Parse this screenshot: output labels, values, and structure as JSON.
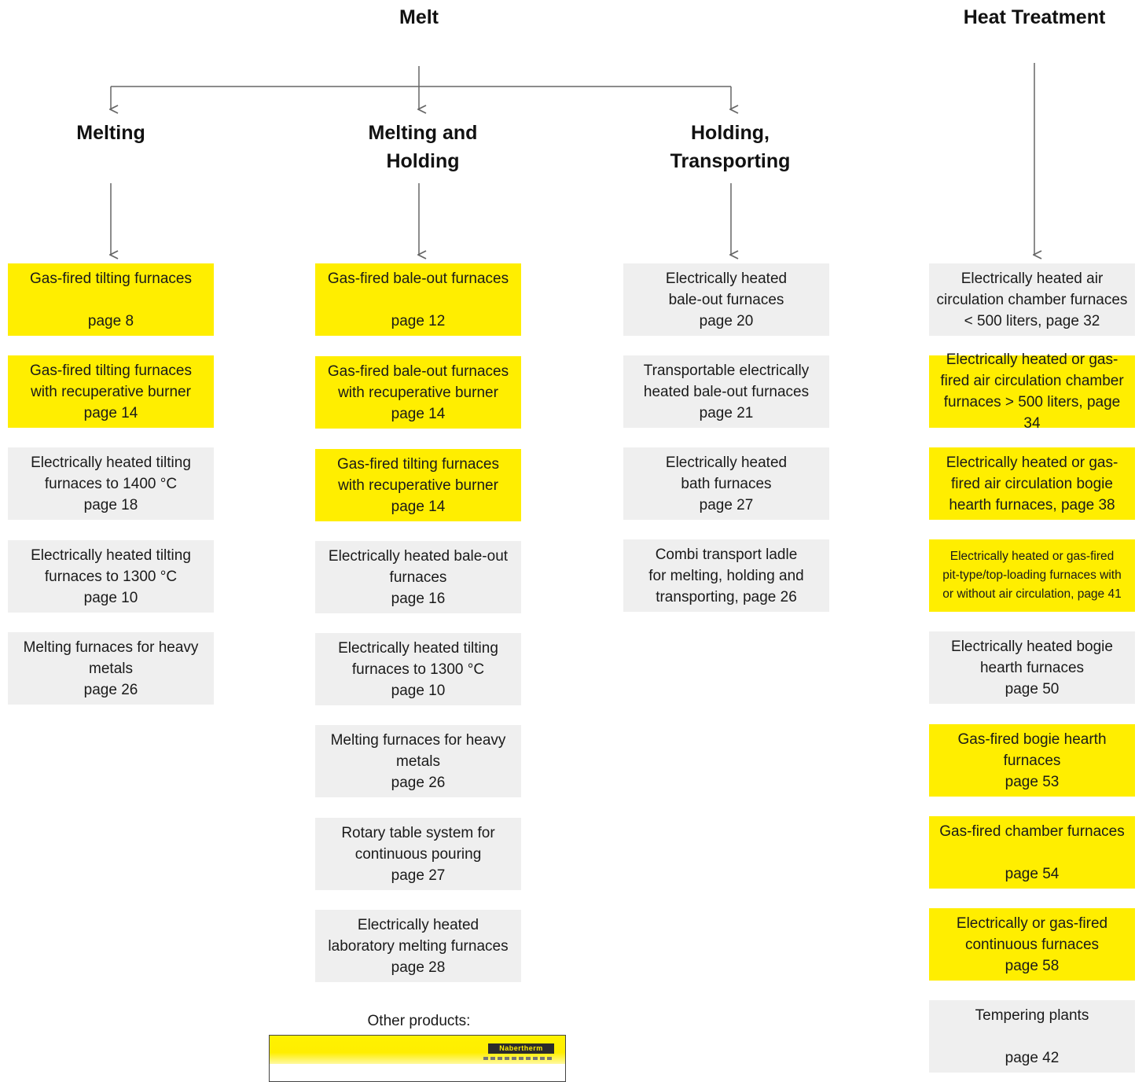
{
  "headings": {
    "melt": "Melt",
    "heat_treatment": "Heat Treatment",
    "melting": "Melting",
    "melting_holding": "Melting and\nHolding",
    "holding_transporting": "Holding,\nTransporting"
  },
  "melting_items": [
    {
      "text": "Gas-fired tilting furnaces\n\npage 8",
      "color": "#ffee00"
    },
    {
      "text": "Gas-fired tilting furnaces\nwith recuperative burner\npage 14",
      "color": "#ffee00"
    },
    {
      "text": "Electrically heated tilting\nfurnaces to 1400 °C\npage 18",
      "color": "#efefef"
    },
    {
      "text": "Electrically heated tilting\nfurnaces to 1300 °C\npage 10",
      "color": "#efefef"
    },
    {
      "text": "Melting furnaces for heavy\nmetals\npage 26",
      "color": "#efefef"
    }
  ],
  "melting_holding_items": [
    {
      "text": "Gas-fired bale-out furnaces\n\npage 12",
      "color": "#ffee00"
    },
    {
      "text": "Gas-fired bale-out furnaces\nwith recuperative burner\npage 14",
      "color": "#ffee00"
    },
    {
      "text": "Gas-fired tilting furnaces\nwith recuperative burner\npage 14",
      "color": "#ffee00"
    },
    {
      "text": "Electrically heated bale-out\nfurnaces\npage 16",
      "color": "#efefef"
    },
    {
      "text": "Electrically heated tilting\nfurnaces to 1300 °C\npage 10",
      "color": "#efefef"
    },
    {
      "text": "Melting furnaces for heavy\nmetals\npage 26",
      "color": "#efefef"
    },
    {
      "text": "Rotary table system for\ncontinuous pouring\npage 27",
      "color": "#efefef"
    },
    {
      "text": "Electrically heated\nlaboratory melting furnaces\npage 28",
      "color": "#efefef"
    }
  ],
  "holding_transporting_items": [
    {
      "text": "Electrically heated\nbale-out furnaces\npage 20",
      "color": "#efefef"
    },
    {
      "text": "Transportable electrically\nheated bale-out furnaces\npage 21",
      "color": "#efefef"
    },
    {
      "text": "Electrically heated\nbath furnaces\npage 27",
      "color": "#efefef"
    },
    {
      "text": "Combi transport ladle\nfor melting, holding and\ntransporting, page 26",
      "color": "#efefef"
    }
  ],
  "heat_treatment_items": [
    {
      "text": "Electrically heated air\ncirculation chamber furnaces\n< 500 liters, page 32",
      "color": "#efefef"
    },
    {
      "text": "Electrically heated or gas-\nfired air circulation chamber\nfurnaces > 500 liters, page 34",
      "color": "#ffee00"
    },
    {
      "text": "Electrically heated or gas-\nfired air circulation bogie\nhearth furnaces, page 38",
      "color": "#ffee00"
    },
    {
      "text": "Electrically heated or gas-fired\npit-type/top-loading furnaces with\nor without air circulation, page 41",
      "color": "#ffee00"
    },
    {
      "text": "Electrically heated bogie\nhearth furnaces\npage 50",
      "color": "#efefef"
    },
    {
      "text": "Gas-fired bogie hearth\nfurnaces\npage 53",
      "color": "#ffee00"
    },
    {
      "text": "Gas-fired chamber furnaces\n\npage 54",
      "color": "#ffee00"
    },
    {
      "text": "Electrically or gas-fired\ncontinuous furnaces\npage 58",
      "color": "#ffee00"
    },
    {
      "text": "Tempering plants\n\npage 42",
      "color": "#efefef"
    }
  ],
  "other_products_label": "Other products:",
  "brochure_logo_text": "Nabertherm",
  "colors": {
    "highlight": "#ffee00",
    "neutral": "#efefef",
    "connector": "#666666"
  }
}
